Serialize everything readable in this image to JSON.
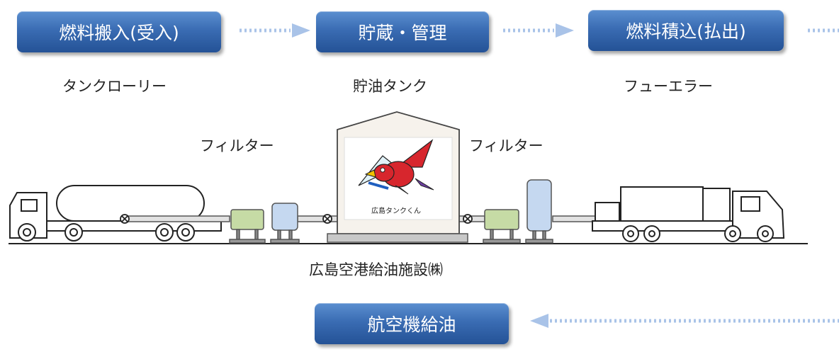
{
  "steps": {
    "step1": "燃料搬入(受入)",
    "step2": "貯蔵・管理",
    "step3": "燃料積込(払出)",
    "step4": "航空機給油"
  },
  "captions": {
    "tank_lorry": "タンクローリー",
    "storage_tank": "貯油タンク",
    "fueler": "フューエラー",
    "filter_left": "フィルター",
    "filter_right": "フィルター",
    "facility": "広島空港給油施設㈱",
    "mascot": "広島タンクくん"
  },
  "colors": {
    "box_blue": "#3a6cb3",
    "arrow_blue": "#a9c3e8",
    "filter_green": "#c6dba5",
    "pump_blue": "#c5d8f0"
  }
}
